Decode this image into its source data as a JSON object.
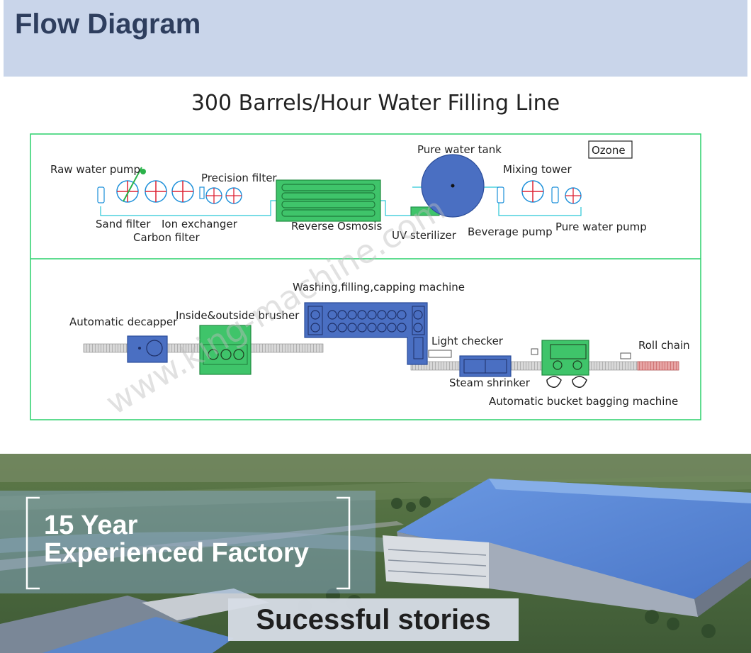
{
  "header": {
    "title": "Flow Diagram"
  },
  "diagram": {
    "title": "300 Barrels/Hour Water Filling Line",
    "watermark": "www.king-machine.com",
    "ozone_label": "Ozone",
    "top_labels": {
      "raw_water_pump": "Raw water pump",
      "sand_filter": "Sand filter",
      "carbon_filter": "Carbon filter",
      "ion_exchanger": "Ion exchanger",
      "precision_filter": "Precision filter",
      "reverse_osmosis": "Reverse Osmosis",
      "uv_sterilizer": "UV sterilizer",
      "pure_water_tank": "Pure water tank",
      "beverage_pump": "Beverage pump",
      "mixing_tower": "Mixing tower",
      "pure_water_pump": "Pure water pump"
    },
    "bottom_labels": {
      "automatic_decapper": "Automatic decapper",
      "inside_outside_brusher": "Inside&outside brusher",
      "washing_filling_capping": "Washing,filling,capping machine",
      "light_checker": "Light checker",
      "steam_shrinker": "Steam shrinker",
      "roll_chain": "Roll chain",
      "bucket_bagging": "Automatic  bucket bagging machine"
    },
    "colors": {
      "line": "#1fcf6a",
      "machine_blue": "#4a6fc2",
      "machine_green": "#3fc46a",
      "frame": "#2ad16b"
    }
  },
  "banner": {
    "line1": "15 Year",
    "line2": "Experienced Factory",
    "stories_label": "Sucessful stories"
  }
}
